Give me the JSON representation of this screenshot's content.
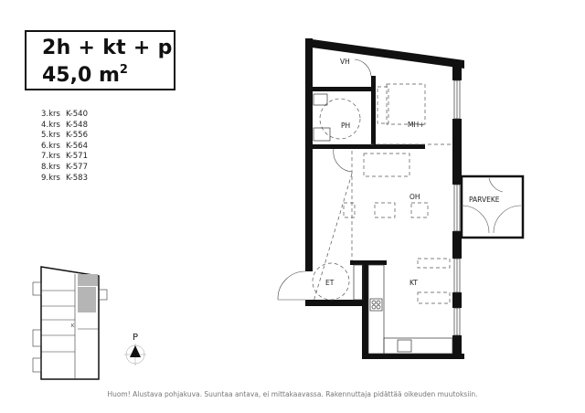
{
  "header": {
    "apartment_type": "2h + kt + p",
    "area_value": "45,0 m",
    "area_unit_sup": "2"
  },
  "floors": [
    {
      "floor": "3.krs",
      "apartment": "K-540"
    },
    {
      "floor": "4.krs",
      "apartment": "K-548"
    },
    {
      "floor": "5.krs",
      "apartment": "K-556"
    },
    {
      "floor": "6.krs",
      "apartment": "K-564"
    },
    {
      "floor": "7.krs",
      "apartment": "K-571"
    },
    {
      "floor": "8.krs",
      "apartment": "K-577"
    },
    {
      "floor": "9.krs",
      "apartment": "K-583"
    }
  ],
  "rooms": {
    "vh": "VH",
    "ph": "PH",
    "mh": "MH+",
    "oh": "OH",
    "parveke": "PARVEKE",
    "et": "ET",
    "kt": "KT"
  },
  "key_plan": {
    "stair_label": "K",
    "north_label": "P",
    "highlight_color": "#b5b5b5"
  },
  "disclaimer": "Huom! Alustava pohjakuva. Suuntaa antava, ei mittakaavassa. Rakennuttaja pidättää oikeuden muutoksiin."
}
